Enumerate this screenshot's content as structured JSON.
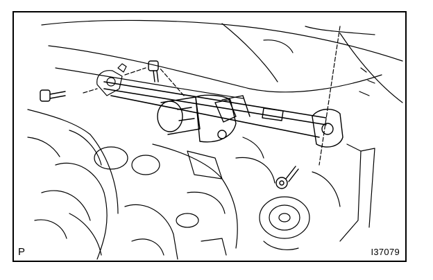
{
  "figure": {
    "view_label": "P",
    "figure_code": "I37079",
    "subject": "windshield-wiper-motor-and-link-assembly"
  }
}
